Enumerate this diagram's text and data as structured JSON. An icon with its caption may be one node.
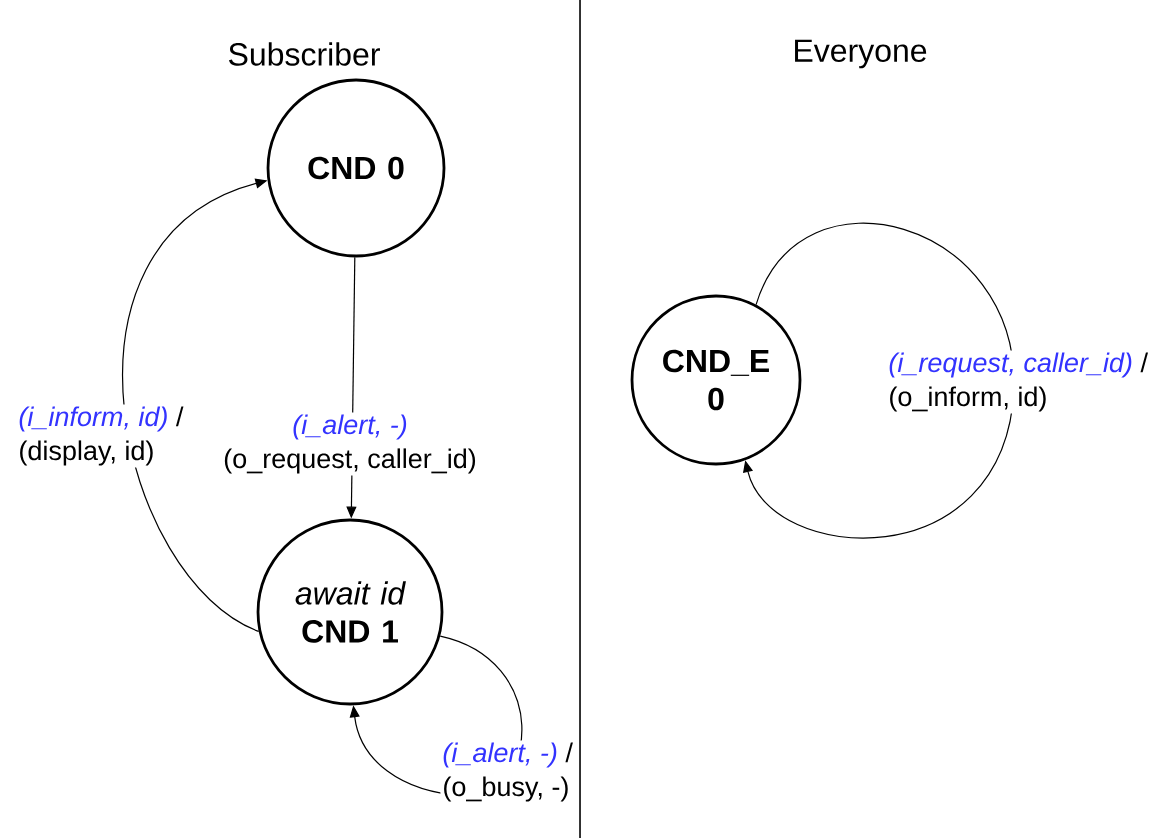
{
  "diagram": {
    "nodes": [
      {
        "text": [
          "CND 0"
        ]
      },
      {
        "text": [
          "await id",
          "CND 1"
        ]
      },
      {
        "text": [
          "CND_E 0"
        ]
      }
    ],
    "edges": [
      {
        "from": 0,
        "to": 1,
        "arrow": "to",
        "label": [
          "(i_alert, -)",
          "(o_request, caller_id)"
        ]
      },
      {
        "from": 1,
        "to": 0,
        "arrow": "to",
        "label": [
          "(i_inform, id)",
          "/",
          "(display, id)"
        ]
      },
      {
        "from": 1,
        "to": 1,
        "arrow": "to",
        "label": [
          "(i_alert, -)",
          "/",
          "(o_busy, -)"
        ]
      },
      {
        "from": 2,
        "to": 2,
        "arrow": "to",
        "label": [
          "(i_request, caller_id)",
          "/",
          "(o_inform, id)"
        ]
      }
    ],
    "labels": [
      "Subscriber",
      "Everyone"
    ]
  }
}
